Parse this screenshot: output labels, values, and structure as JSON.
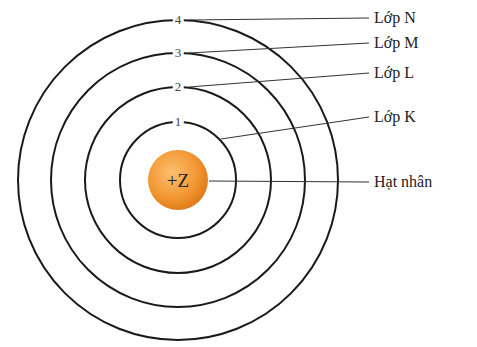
{
  "diagram": {
    "nodes": [
      {
        "text": [
          "+Z"
        ]
      }
    ],
    "labels": [
      "4",
      "Lớp N",
      "3",
      "Lớp M",
      "2",
      "Lớp L",
      "1",
      "Lớp K",
      "Hạt nhân"
    ]
  }
}
